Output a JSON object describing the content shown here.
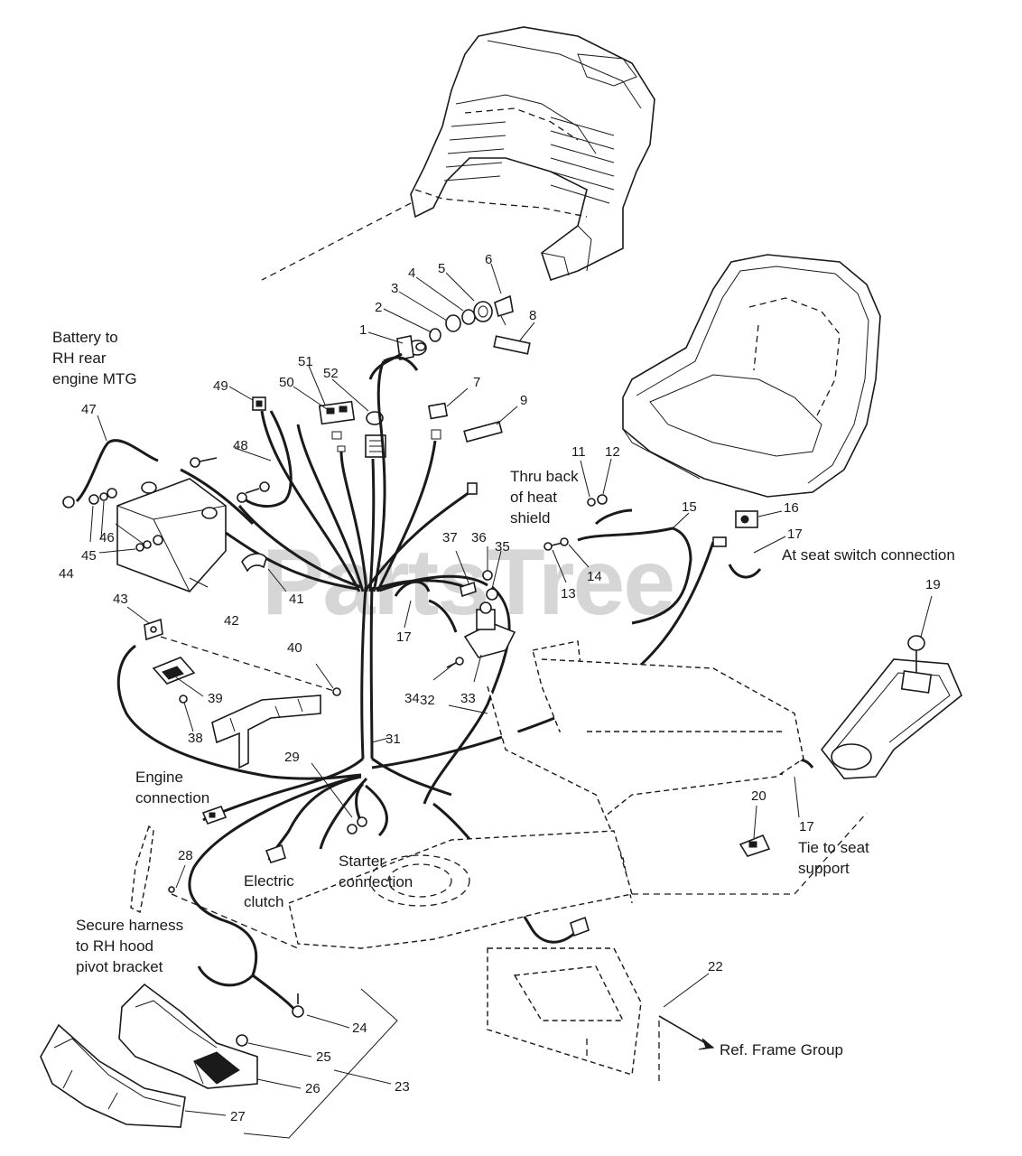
{
  "watermark": "PartsTree",
  "callouts": [
    "1",
    "2",
    "3",
    "4",
    "5",
    "6",
    "7",
    "8",
    "9",
    "11",
    "12",
    "13",
    "14",
    "15",
    "16",
    "17",
    "19",
    "20",
    "22",
    "23",
    "24",
    "25",
    "26",
    "27",
    "28",
    "29",
    "31",
    "32",
    "33",
    "34",
    "35",
    "36",
    "37",
    "38",
    "39",
    "40",
    "41",
    "42",
    "43",
    "44",
    "45",
    "46",
    "47",
    "48",
    "49",
    "50",
    "51",
    "52"
  ],
  "notes": {
    "battery_to_rh_rear": [
      "Battery to",
      "RH rear",
      "engine MTG"
    ],
    "thru_back_heat_shield": [
      "Thru back",
      "of heat",
      "shield"
    ],
    "at_seat_switch": [
      "At seat switch connection"
    ],
    "engine_connection": [
      "Engine",
      "connection"
    ],
    "starter_connection": [
      "Starter",
      "connection"
    ],
    "electric_clutch": [
      "Electric",
      "clutch"
    ],
    "tie_to_seat_support": [
      "Tie to seat",
      "support"
    ],
    "secure_harness": [
      "Secure harness",
      "to RH hood",
      "pivot bracket"
    ],
    "ref_frame_group": [
      "Ref. Frame Group"
    ]
  },
  "colors": {
    "ink": "#1a1a1a",
    "watermark": "#d6d6d6",
    "background": "#ffffff"
  }
}
